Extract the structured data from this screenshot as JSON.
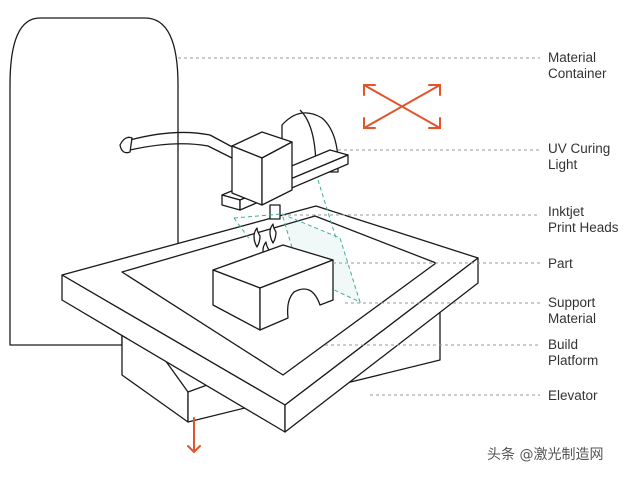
{
  "labels": [
    {
      "text": "Material\nContainer"
    },
    {
      "text": "UV Curing\nLight"
    },
    {
      "text": "Inktjet\nPrint Heads"
    },
    {
      "text": "Part"
    },
    {
      "text": "Support\nMaterial"
    },
    {
      "text": "Build\nPlatform"
    },
    {
      "text": "Elevator"
    }
  ],
  "watermark": {
    "text": "头条 @激光制造网"
  },
  "colors": {
    "outline": "#1a1a1a",
    "fill": "#ffffff",
    "leader": "#999999",
    "arrow": "#e0552b",
    "uv_beam": "#3fae97",
    "label_text": "#333333"
  },
  "icons": {
    "movement_arrows": "diagonal-double-arrow-icon",
    "down_arrow": "down-arrow-icon"
  }
}
